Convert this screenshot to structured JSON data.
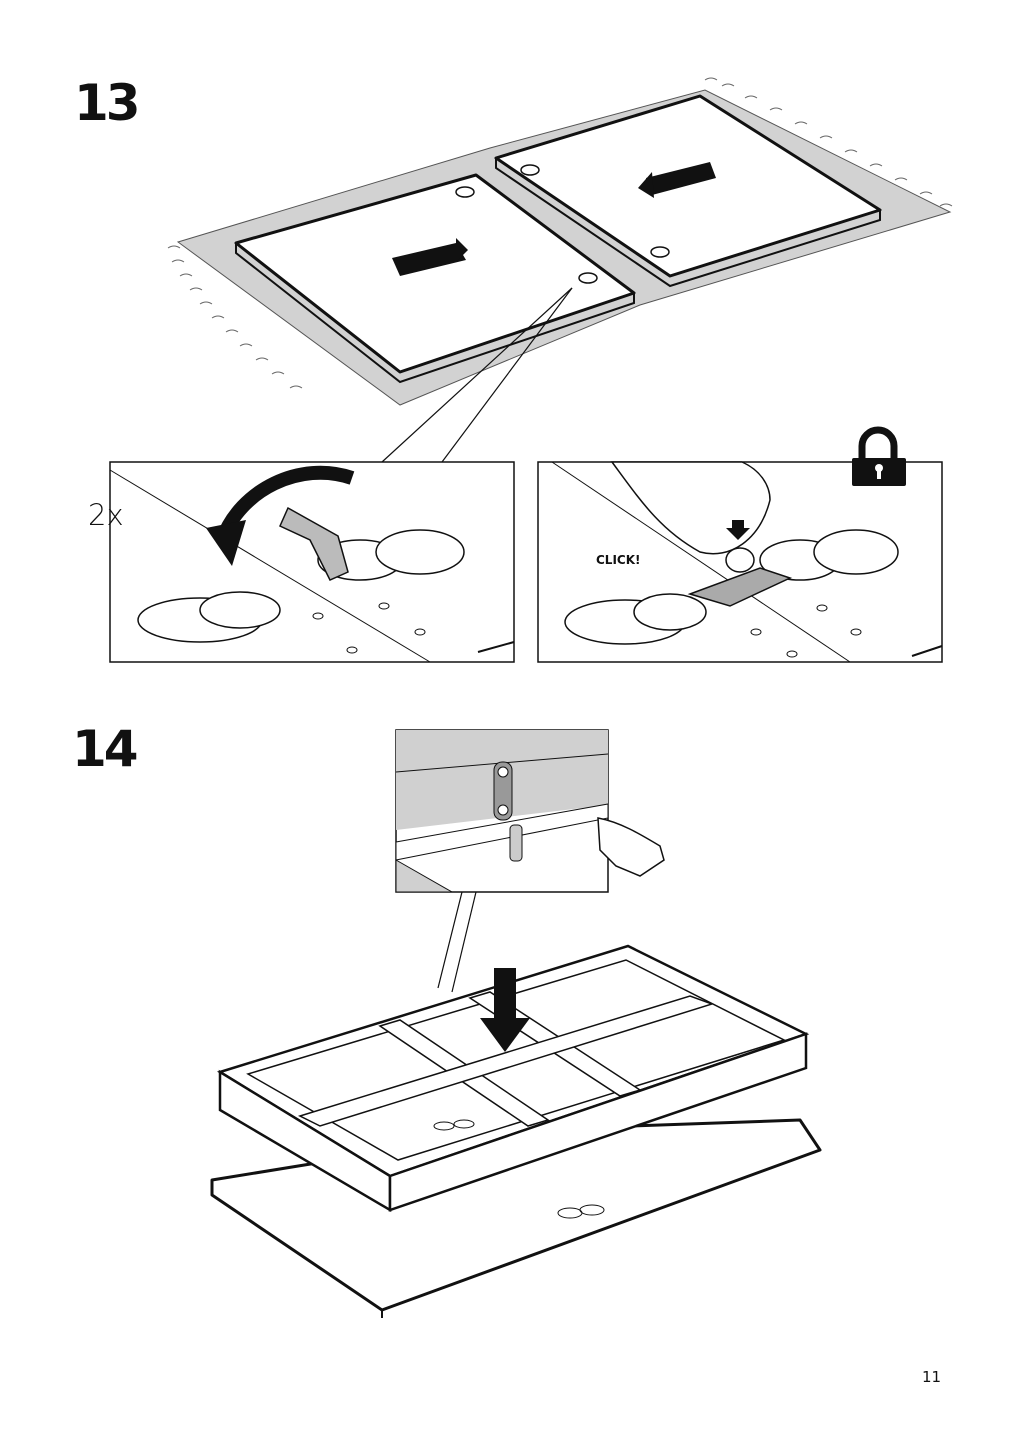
{
  "steps": [
    {
      "number": "13",
      "quantity": "2x",
      "sound_label": "CLICK!",
      "lock_icon": "padlock-icon"
    },
    {
      "number": "14"
    }
  ],
  "page": {
    "number": "11"
  }
}
